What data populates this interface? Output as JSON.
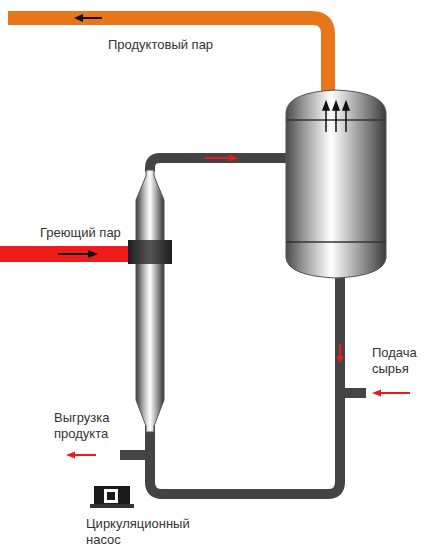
{
  "diagram": {
    "labels": [
      "Продуктовый пар",
      "Греющий пар",
      "Подача сырья",
      "Выгрузка продукта",
      "Циркуляционный насос"
    ]
  }
}
